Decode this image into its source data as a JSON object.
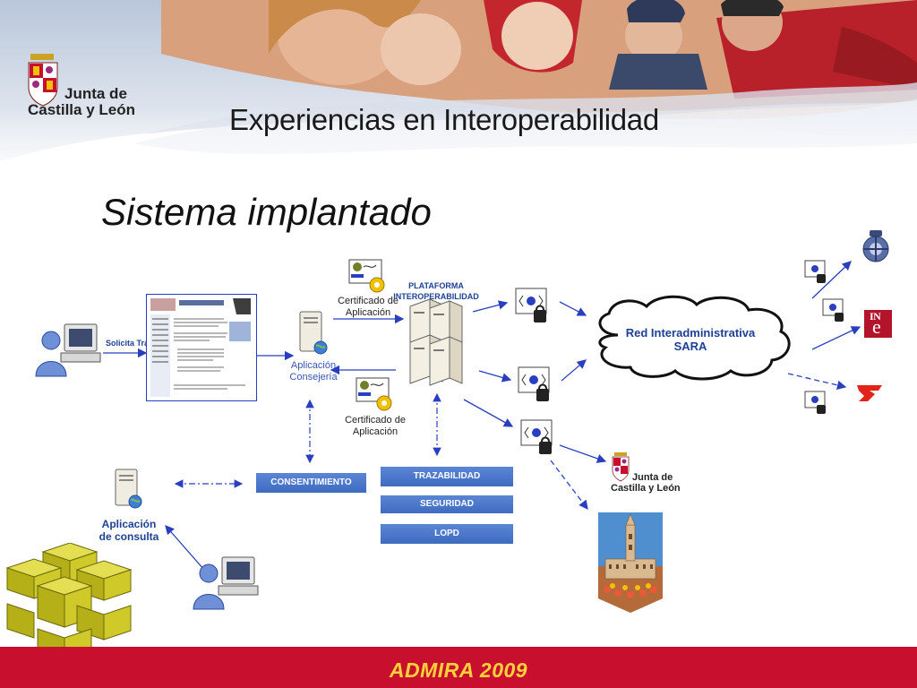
{
  "header": {
    "logo_line1": "Junta de",
    "logo_line2": "Castilla y León",
    "title": "Experiencias en Interoperabilidad"
  },
  "slide": {
    "subtitle": "Sistema implantado"
  },
  "diagram": {
    "solicita": "Solicita Tramite",
    "cert_top_1": "Certificado de",
    "cert_top_2": "Aplicación",
    "cert_bottom_1": "Certificado de",
    "cert_bottom_2": "Aplicación",
    "plataforma_1": "PLATAFORMA",
    "plataforma_2": "INTEROPERABILIDAD",
    "aplicacion_consejeria_1": "Aplicación",
    "aplicacion_consejeria_2": "Consejería",
    "red_1": "Red Interadministrativa",
    "red_2": "SARA",
    "consentimiento": "CONSENTIMIENTO",
    "trazabilidad": "TRAZABILIDAD",
    "seguridad": "SEGURIDAD",
    "lopd": "LOPD",
    "app_consulta_1": "Aplicación",
    "app_consulta_2": "de consulta",
    "jcyl_1": "Junta de",
    "jcyl_2": "Castilla y León",
    "ine_1": "IN",
    "ine_2": "e"
  },
  "footer": {
    "text": "ADMIRA 2009"
  },
  "colors": {
    "footer_bg": "#c8102e",
    "footer_text": "#ffd23b",
    "box_blue": "#4472c4",
    "arrow_blue": "#2a3fbf"
  }
}
